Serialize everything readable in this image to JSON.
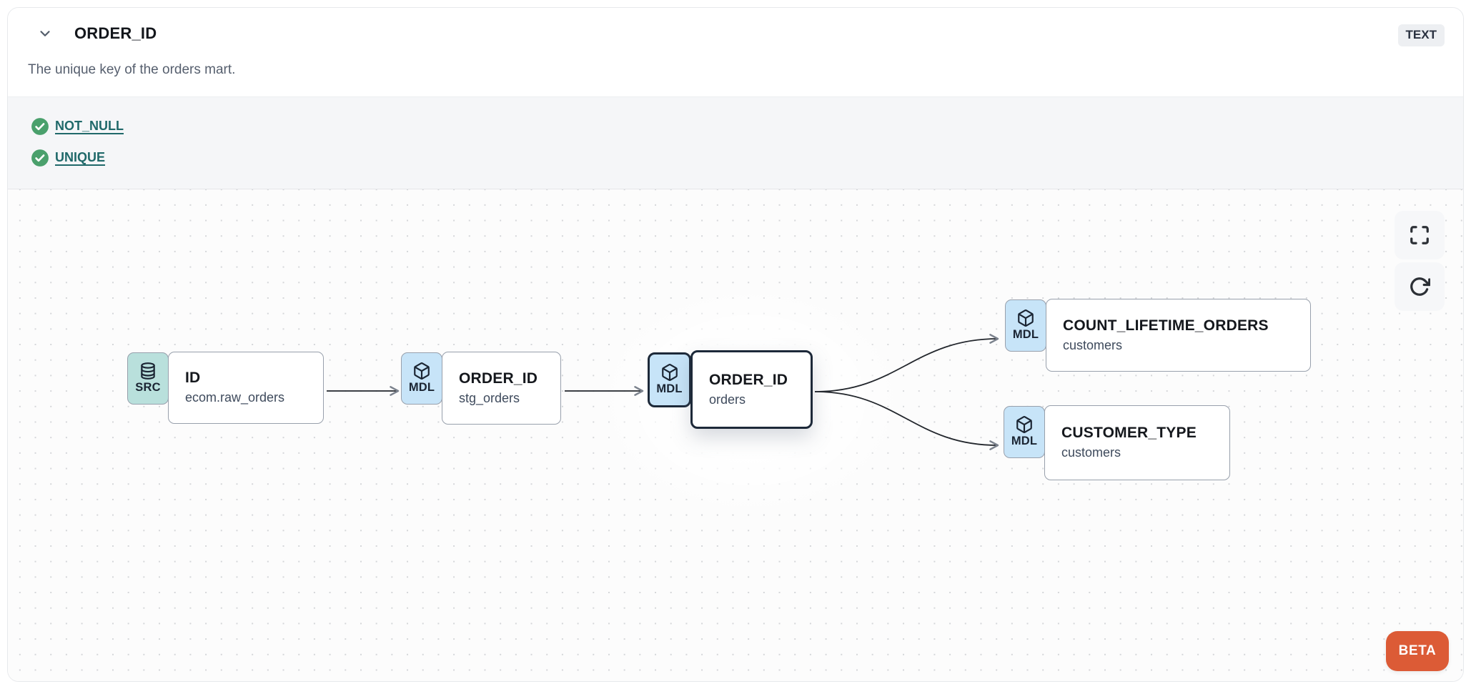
{
  "header": {
    "title": "ORDER_ID",
    "type_badge": "TEXT",
    "description": "The unique key of the orders mart.",
    "collapse_icon": "chevron-down-icon"
  },
  "tests": {
    "items": [
      {
        "label": "NOT_NULL",
        "status": "pass",
        "icon": "check-circle-icon"
      },
      {
        "label": "UNIQUE",
        "status": "pass",
        "icon": "check-circle-icon"
      }
    ]
  },
  "lineage": {
    "nodes": [
      {
        "badge": "SRC",
        "icon": "database-icon",
        "title": "ID",
        "subtitle": "ecom.raw_orders",
        "selected": false
      },
      {
        "badge": "MDL",
        "icon": "cube-icon",
        "title": "ORDER_ID",
        "subtitle": "stg_orders",
        "selected": false
      },
      {
        "badge": "MDL",
        "icon": "cube-icon",
        "title": "ORDER_ID",
        "subtitle": "orders",
        "selected": true
      },
      {
        "badge": "MDL",
        "icon": "cube-icon",
        "title": "COUNT_LIFETIME_ORDERS",
        "subtitle": "customers",
        "selected": false
      },
      {
        "badge": "MDL",
        "icon": "cube-icon",
        "title": "CUSTOMER_TYPE",
        "subtitle": "customers",
        "selected": false
      }
    ],
    "edges": [
      {
        "from": "ID (ecom.raw_orders)",
        "to": "ORDER_ID (stg_orders)"
      },
      {
        "from": "ORDER_ID (stg_orders)",
        "to": "ORDER_ID (orders)"
      },
      {
        "from": "ORDER_ID (orders)",
        "to": "COUNT_LIFETIME_ORDERS (customers)"
      },
      {
        "from": "ORDER_ID (orders)",
        "to": "CUSTOMER_TYPE (customers)"
      }
    ],
    "controls": {
      "fullscreen": "fullscreen-icon",
      "refresh": "refresh-icon"
    },
    "beta_label": "BETA"
  },
  "colors": {
    "test_pass_green": "#4aa06c",
    "test_link_teal": "#20696a",
    "source_badge_bg": "#b9e0dc",
    "model_badge_bg": "#c7e4f8",
    "selected_border": "#1d2939",
    "node_border": "#98a0ac",
    "edge_stroke": "#22262c",
    "beta_badge_bg": "#dc5b36",
    "type_badge_bg": "#edeff2"
  }
}
